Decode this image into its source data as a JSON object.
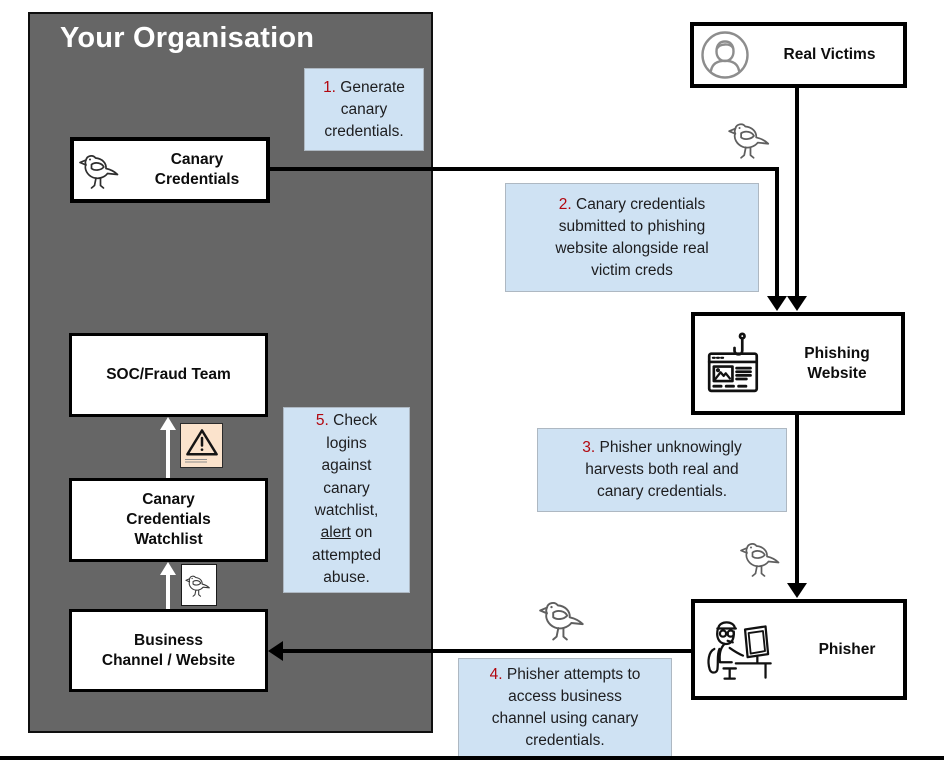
{
  "org": {
    "title": "Your Organisation"
  },
  "nodes": {
    "canary": {
      "label": "Canary\nCredentials",
      "icon": "canary-bird-icon"
    },
    "soc": {
      "label": "SOC/Fraud Team"
    },
    "watchlist": {
      "label": "Canary\nCredentials\nWatchlist"
    },
    "business": {
      "label": "Business\nChannel / Website"
    },
    "victims": {
      "label": "Real Victims",
      "icon": "person-avatar-icon"
    },
    "phishing": {
      "label": "Phishing\nWebsite",
      "icon": "hooked-browser-icon"
    },
    "phisher": {
      "label": "Phisher",
      "icon": "phisher-at-computer-icon"
    }
  },
  "notes": {
    "n1": {
      "num": "1.",
      "text": " Generate\ncanary\ncredentials."
    },
    "n2": {
      "num": "2.",
      "text": " Canary credentials\nsubmitted to phishing\nwebsite alongside real\nvictim creds"
    },
    "n3": {
      "num": "3.",
      "text": " Phisher unknowingly\nharvests both real and\ncanary credentials."
    },
    "n4": {
      "num": "4.",
      "text": " Phisher attempts to\naccess business\nchannel using canary\ncredentials."
    },
    "n5": {
      "num": "5.",
      "text_before": " Check\nlogins\nagainst\ncanary\nwatchlist,\n",
      "underlined": "alert",
      "text_after": " on\nattempted\nabuse."
    }
  },
  "icons": {
    "bird": "canary-bird-icon",
    "warning": "warning-triangle-icon",
    "avatar": "person-avatar-icon",
    "browser_hook": "hooked-browser-icon",
    "phisher": "phisher-at-computer-icon"
  },
  "colors": {
    "org_fill": "#666666",
    "note_fill": "#cfe2f3",
    "note_border": "#aeb8c2",
    "accent_red": "#b2070f",
    "warn_fill": "#fbe3cc",
    "line_black": "#000000"
  }
}
